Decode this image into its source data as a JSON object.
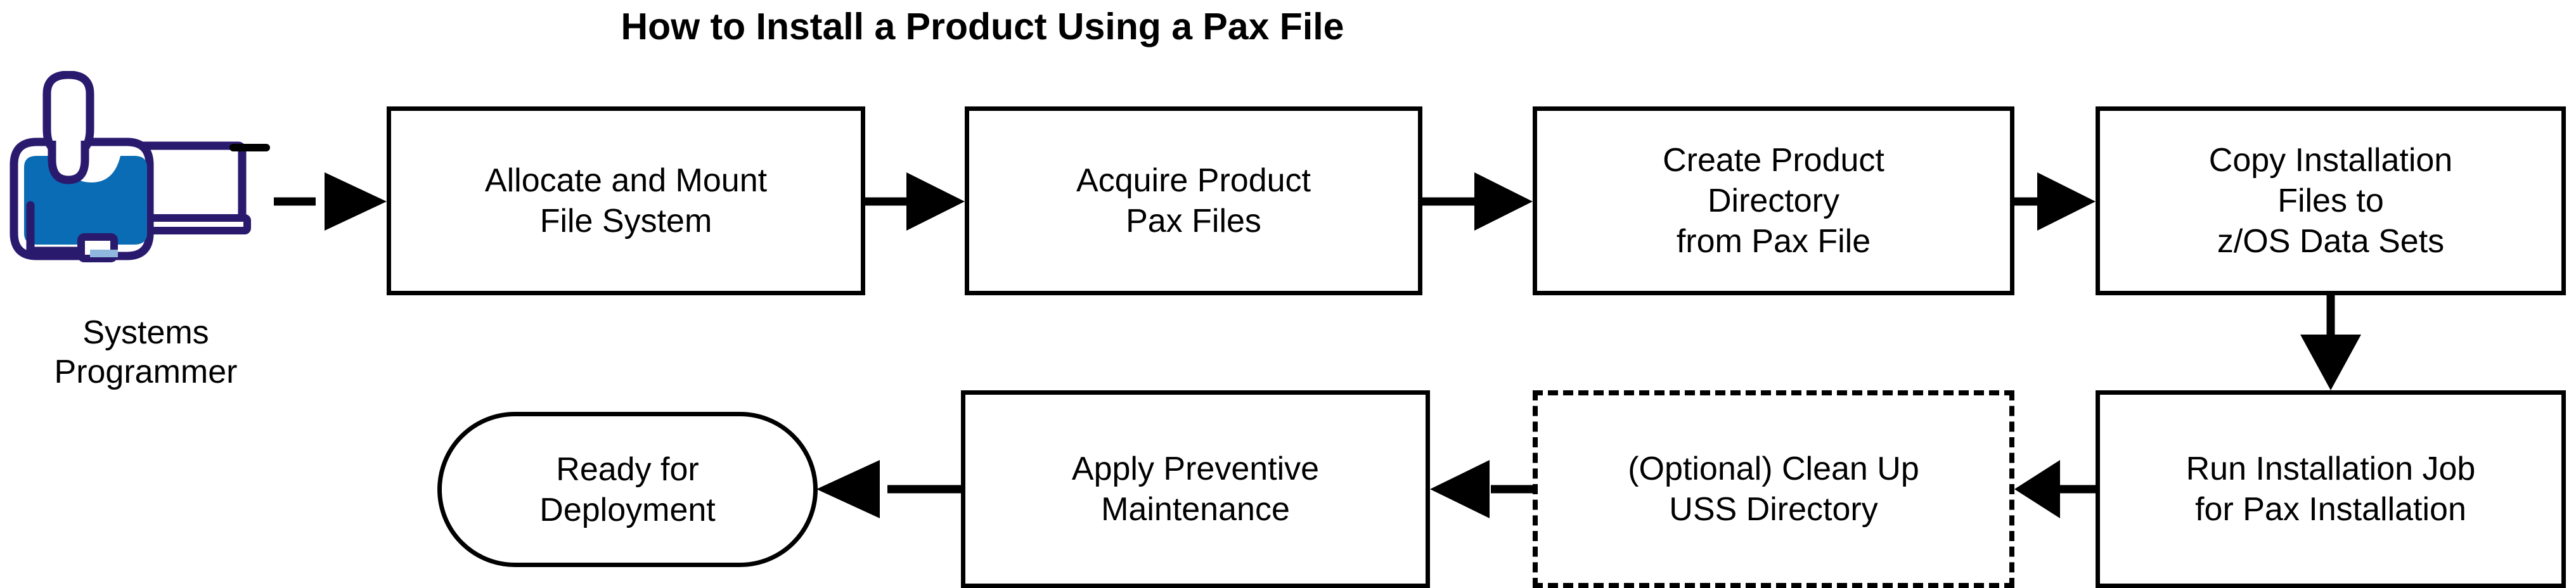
{
  "diagram": {
    "title": "How to Install a Product Using a Pax File",
    "actor": {
      "icon": "systems-programmer-icon",
      "label": "Systems\nProgrammer"
    },
    "colors": {
      "outline": "#000000",
      "actor_outline": "#2A1A6E",
      "actor_shirt": "#0A6CB4",
      "actor_accent": "#8FB8DC",
      "background": "#FFFFFF"
    },
    "nodes": [
      {
        "id": "n1",
        "label": "Allocate and Mount\nFile System",
        "shape": "rect"
      },
      {
        "id": "n2",
        "label": "Acquire Product\nPax Files",
        "shape": "rect"
      },
      {
        "id": "n3",
        "label": "Create Product\nDirectory\nfrom Pax File",
        "shape": "rect"
      },
      {
        "id": "n4",
        "label": "Copy Installation\nFiles to\nz/OS Data Sets",
        "shape": "rect"
      },
      {
        "id": "n5",
        "label": "Run Installation Job\nfor Pax Installation",
        "shape": "rect"
      },
      {
        "id": "n6",
        "label": "(Optional) Clean Up\nUSS Directory",
        "shape": "rect-dashed"
      },
      {
        "id": "n7",
        "label": "Apply Preventive\nMaintenance",
        "shape": "rect"
      },
      {
        "id": "n8",
        "label": "Ready for\nDeployment",
        "shape": "stadium"
      }
    ],
    "edges": [
      {
        "from": "actor",
        "to": "n1",
        "direction": "right"
      },
      {
        "from": "n1",
        "to": "n2",
        "direction": "right"
      },
      {
        "from": "n2",
        "to": "n3",
        "direction": "right"
      },
      {
        "from": "n3",
        "to": "n4",
        "direction": "right"
      },
      {
        "from": "n4",
        "to": "n5",
        "direction": "down"
      },
      {
        "from": "n5",
        "to": "n6",
        "direction": "left"
      },
      {
        "from": "n6",
        "to": "n7",
        "direction": "left"
      },
      {
        "from": "n7",
        "to": "n8",
        "direction": "left"
      }
    ]
  }
}
